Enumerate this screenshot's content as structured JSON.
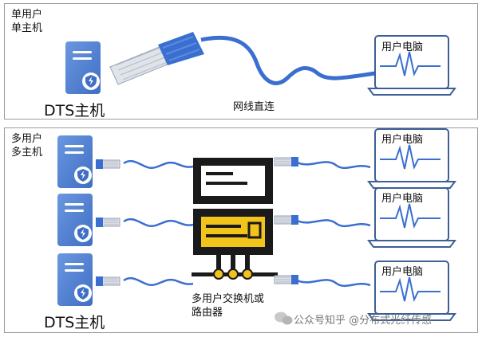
{
  "top": {
    "title_line1": "单用户",
    "title_line2": "单主机",
    "host_label": "DTS主机",
    "cable_label": "网线直连",
    "pc_label": "用户电脑"
  },
  "bottom": {
    "title_line1": "多用户",
    "title_line2": "多主机",
    "host_label": "DTS主机",
    "switch_label_line1": "多用户交换机或",
    "switch_label_line2": "路由器",
    "pc_labels": [
      "用户电脑",
      "用户电脑",
      "用户电脑"
    ]
  },
  "watermark": "公众号知乎 @分布式光纤传感",
  "colors": {
    "server_blue": "#4d7fd1",
    "cable_blue": "#3a6fd0",
    "switch_dark": "#1a1a1a",
    "switch_yellow": "#f2c31b",
    "laptop_blue": "#4a6fa5"
  }
}
